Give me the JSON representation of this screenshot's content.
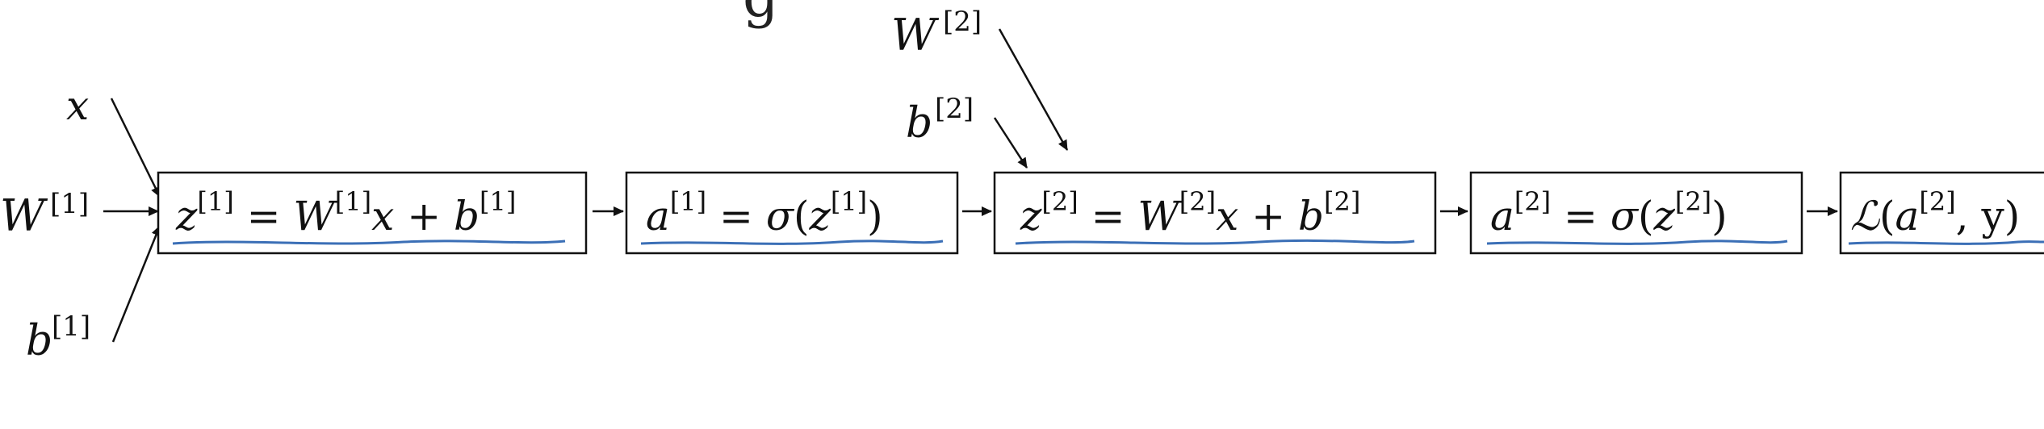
{
  "diagram": {
    "top_heading_fragment": "g",
    "inputs": {
      "x": "x",
      "W1": {
        "base": "W",
        "sup": "[1]"
      },
      "b1": {
        "base": "b",
        "sup": "[1]"
      },
      "W2": {
        "base": "W",
        "sup": "[2]"
      },
      "b2": {
        "base": "b",
        "sup": "[2]"
      }
    },
    "boxes": [
      {
        "id": "z1",
        "expr": "z[1] = W[1]x + b[1]"
      },
      {
        "id": "a1",
        "expr": "a[1] = σ(z[1])"
      },
      {
        "id": "z2",
        "expr": "z[2] = W[2]x + b[2]"
      },
      {
        "id": "a2",
        "expr": "a[2] = σ(z[2])"
      },
      {
        "id": "loss",
        "expr": "ℒ(a[2], y)"
      }
    ]
  },
  "colors": {
    "ink": "#111111",
    "underline": "#3b6fb6",
    "background": "#ffffff"
  }
}
